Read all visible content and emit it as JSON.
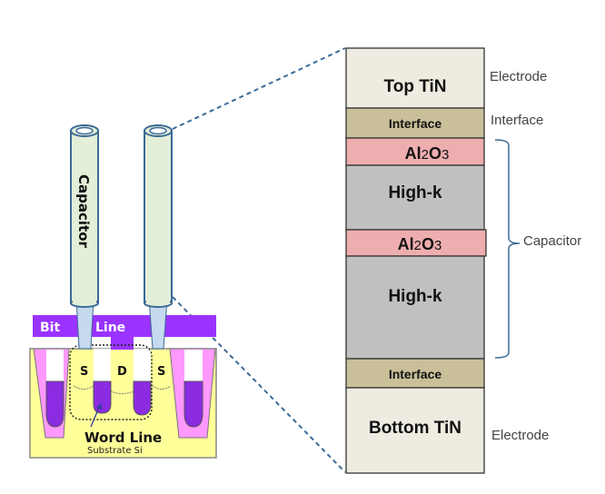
{
  "left_diagram": {
    "capacitor_label": "Capacitor",
    "bit_line_left": "Bit",
    "bit_line_right": "Line",
    "source_left": "S",
    "drain": "D",
    "source_right": "S",
    "word_line": "Word Line",
    "substrate": "Substrate Si"
  },
  "stack": {
    "layers": [
      {
        "name": "top-tin",
        "label": "Top TiN",
        "color": "#eeebe0"
      },
      {
        "name": "interface-top",
        "label": "Interface",
        "color": "#c9c09a"
      },
      {
        "name": "al2o3-top",
        "label_main": "Al",
        "label_sub1": "2",
        "label_mid": "O",
        "label_sub2": "3",
        "color": "#eeaeb0"
      },
      {
        "name": "high-k-top",
        "label": "High-k",
        "color": "#c0c0c0"
      },
      {
        "name": "al2o3-mid",
        "label_main": "Al",
        "label_sub1": "2",
        "label_mid": "O",
        "label_sub2": "3",
        "color": "#eeaeb0"
      },
      {
        "name": "high-k-bottom",
        "label": "High-k",
        "color": "#c0c0c0"
      },
      {
        "name": "interface-bottom",
        "label": "Interface",
        "color": "#c9c09a"
      },
      {
        "name": "bottom-tin",
        "label": "Bottom TiN",
        "color": "#eeebe0"
      }
    ]
  },
  "annotations": {
    "electrode_top": "Electrode",
    "interface": "Interface",
    "capacitor": "Capacitor",
    "electrode_bottom": "Electrode"
  },
  "colors": {
    "bit_line": "#9a33ff",
    "substrate": "#ffff99",
    "isolation": "#ff99ff",
    "word_line_fill": "#8b2be2",
    "capacitor_body": "#e3efd9",
    "capacitor_outline": "#3b6a96",
    "plug": "#c5d9ef",
    "dash_line": "#3b6a96"
  }
}
